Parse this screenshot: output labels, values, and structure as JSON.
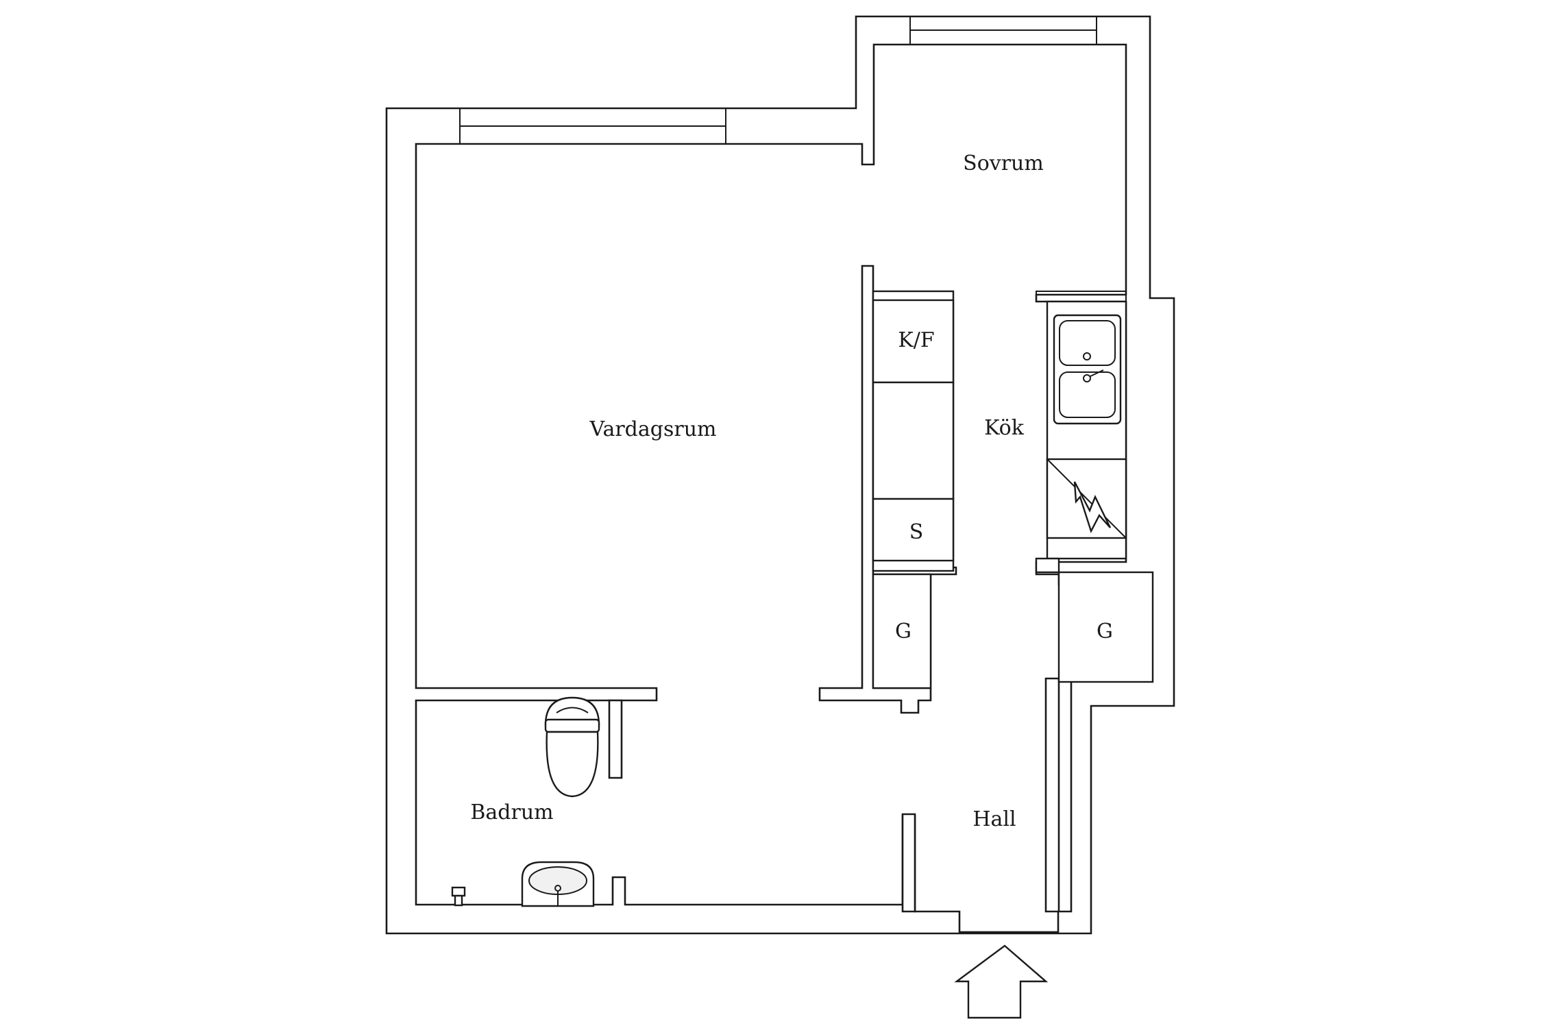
{
  "rooms": {
    "sovrum": "Sovrum",
    "vardagsrum": "Vardagsrum",
    "kok": "Kök",
    "badrum": "Badrum",
    "hall": "Hall"
  },
  "fixtures": {
    "kf": "K/F",
    "s": "S",
    "g_left": "G",
    "g_right": "G"
  },
  "icons": {
    "entrance": "arrow-up-icon",
    "sink": "double-sink-icon",
    "stove": "stove-icon",
    "toilet": "toilet-icon",
    "washbasin": "washbasin-icon",
    "faucet": "faucet-icon"
  }
}
